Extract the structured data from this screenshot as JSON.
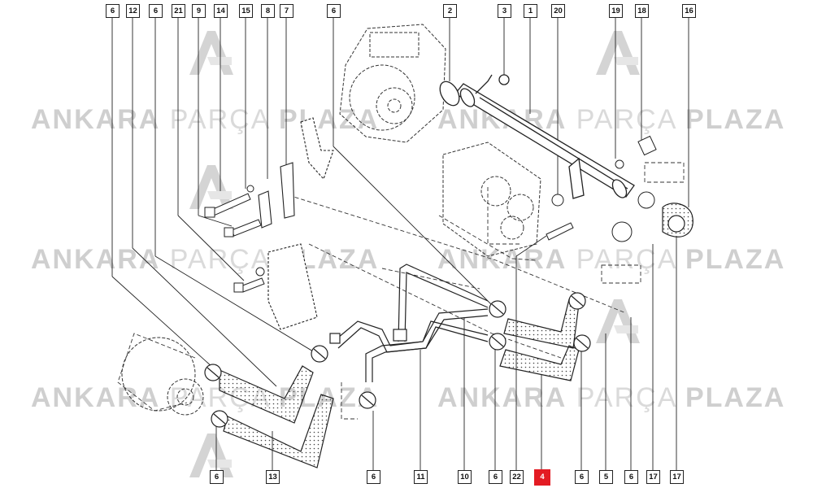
{
  "watermark": {
    "brand_a": "ANKARA",
    "brand_b": "PARÇA",
    "brand_c": "PLAZA",
    "color": "#cfcfcf",
    "logo_color": "#c9c9c9"
  },
  "callouts_top": [
    "6",
    "12",
    "6",
    "21",
    "9",
    "14",
    "15",
    "8",
    "7",
    "6",
    "2",
    "3",
    "1",
    "20",
    "19",
    "18",
    "16"
  ],
  "callouts_bottom": [
    "6",
    "13",
    "6",
    "11",
    "10",
    "6",
    "22",
    "4",
    "6",
    "5",
    "6",
    "17",
    "17"
  ],
  "highlight": {
    "label": "4",
    "color": "#e31b23"
  },
  "colors": {
    "line": "#222222",
    "hose": "#333333"
  }
}
